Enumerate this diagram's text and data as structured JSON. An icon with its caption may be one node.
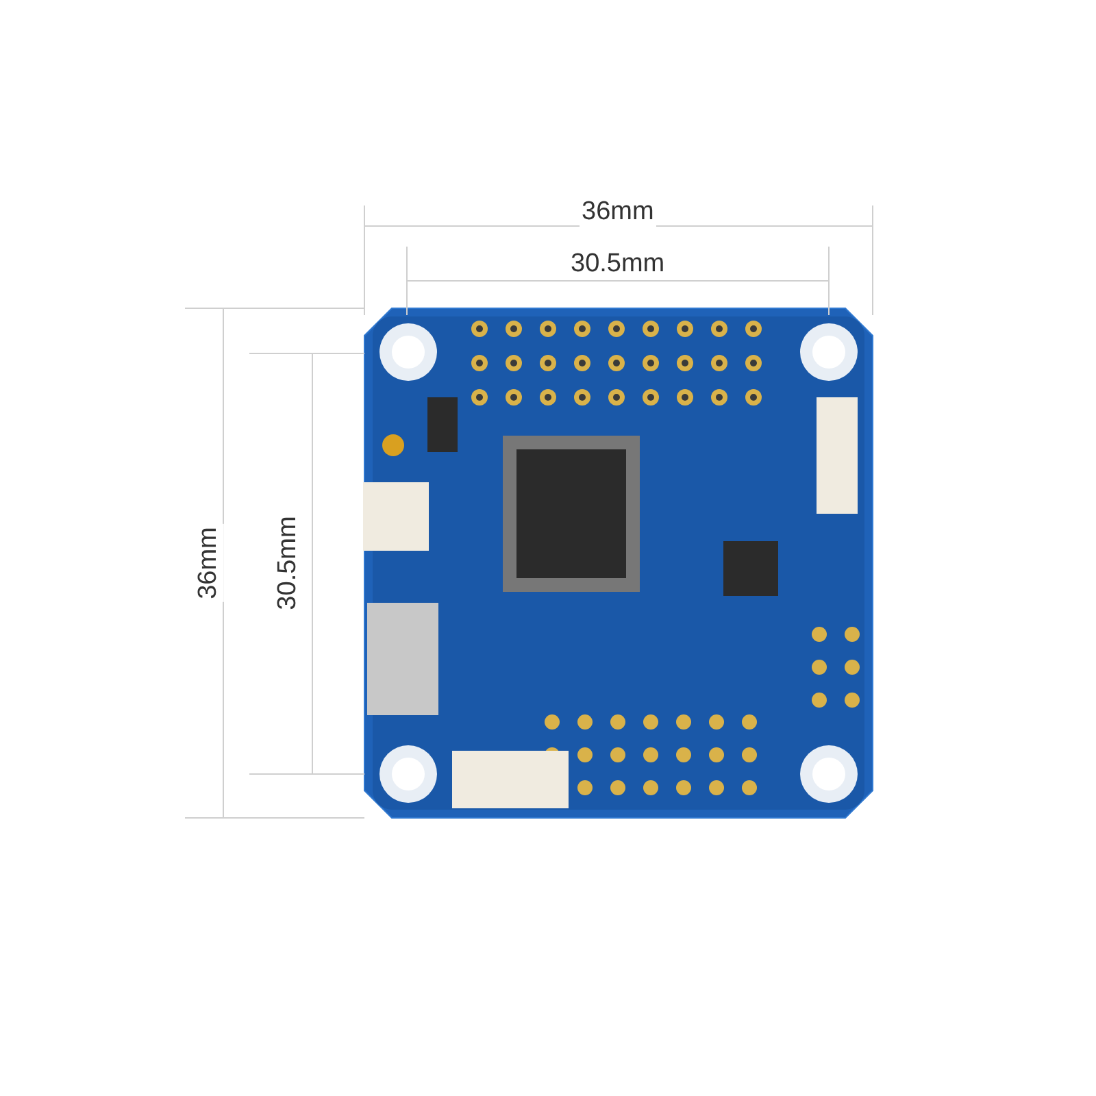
{
  "diagram": {
    "labels": [
      "36mm",
      "30.5mm",
      "36mm",
      "30.5mm"
    ]
  }
}
